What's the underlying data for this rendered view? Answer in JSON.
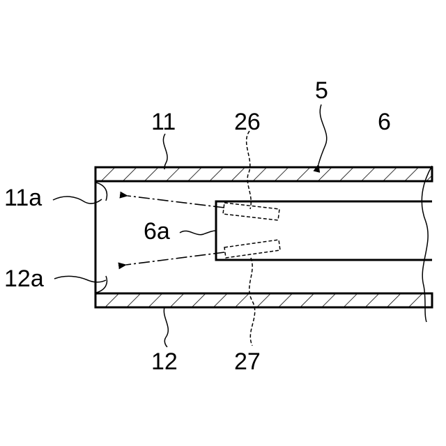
{
  "labels": {
    "assembly": "5",
    "upper_plate": "11",
    "upper_plate_edge": "11a",
    "lower_plate": "12",
    "lower_plate_edge": "12a",
    "inner_member": "6",
    "inner_member_end": "6a",
    "upper_emitter": "26",
    "lower_emitter": "27"
  },
  "colors": {
    "line": "#000000",
    "background": "#ffffff"
  }
}
